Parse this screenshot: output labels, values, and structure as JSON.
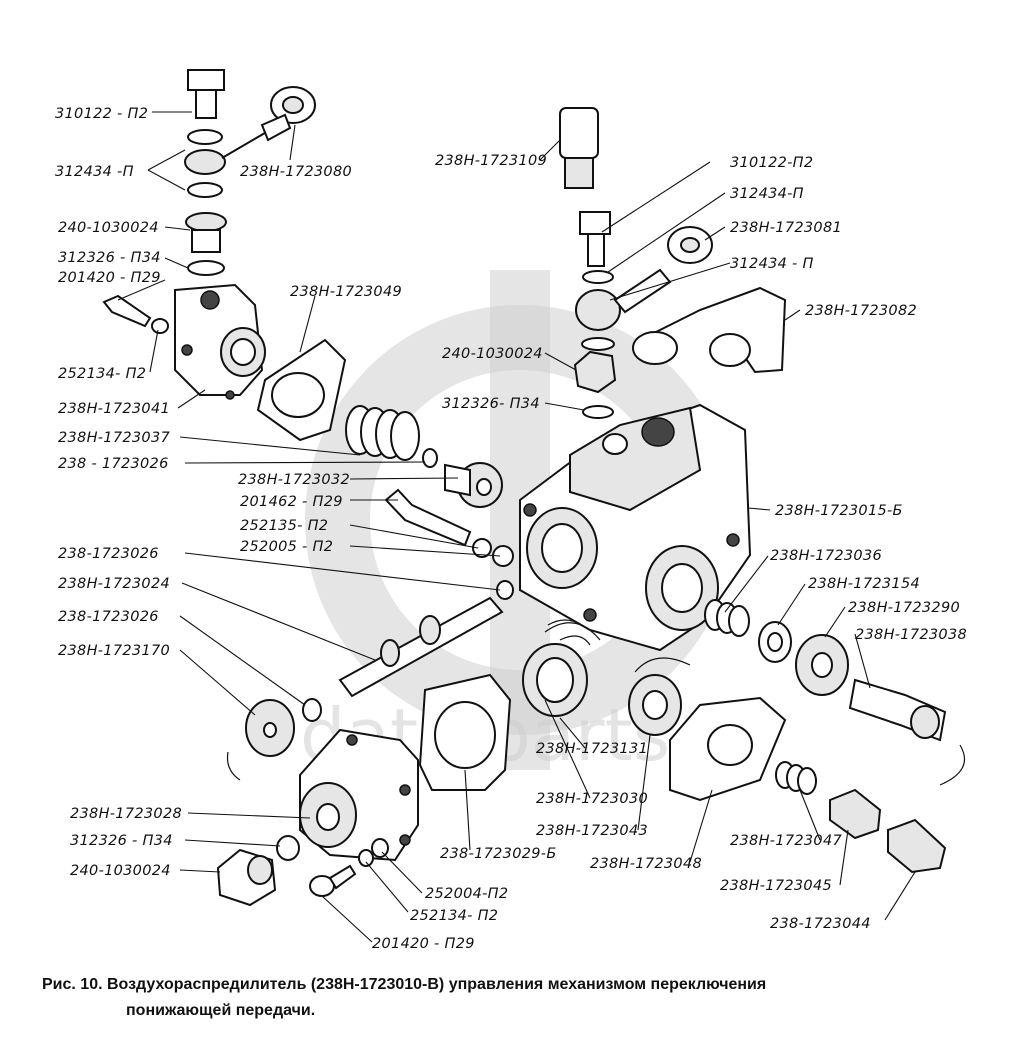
{
  "labels": {
    "l01": "310122 - П2",
    "l02": "312434 -П",
    "l03": "238Н-1723080",
    "l04": "240-1030024",
    "l05": "312326 - П34",
    "l06": "201420 - П29",
    "l07": "238Н-1723049",
    "l08": "252134- П2",
    "l09": "238Н-1723041",
    "l10": "238Н-1723037",
    "l11": "238 - 1723026",
    "l12": "238Н-1723032",
    "l13": "201462 - П29",
    "l14": "252135- П2",
    "l15": "252005 - П2",
    "l16": "238-1723026",
    "l17": "238Н-1723024",
    "l18": "238-1723026",
    "l19": "238Н-1723170",
    "l20": "238Н-1723028",
    "l21": "312326 - П34",
    "l22": "240-1030024",
    "l23": "238Н-1723109",
    "l24": "310122-П2",
    "l25": "312434-П",
    "l26": "238Н-1723081",
    "l27": "312434 - П",
    "l28": "238Н-1723082",
    "l29": "240-1030024",
    "l30": "312326- П34",
    "l31": "238Н-1723015-Б",
    "l32": "238Н-1723036",
    "l33": "238Н-1723154",
    "l34": "238Н-1723290",
    "l35": "238Н-1723038",
    "l36": "238Н-1723131",
    "l37": "238Н-1723030",
    "l38": "238Н-1723043",
    "l39": "238-1723029-Б",
    "l40": "238Н-1723048",
    "l41": "238Н-1723047",
    "l42": "238Н-1723045",
    "l43": "238-1723044",
    "l44": "252004-П2",
    "l45": "252134- П2",
    "l46": "201420 - П29"
  },
  "watermark": "data parts",
  "caption": {
    "line1": "Рис. 10. Воздухораспредилитель (238Н-1723010-В) управления механизмом переключения",
    "line2": "понижающей передачи."
  }
}
